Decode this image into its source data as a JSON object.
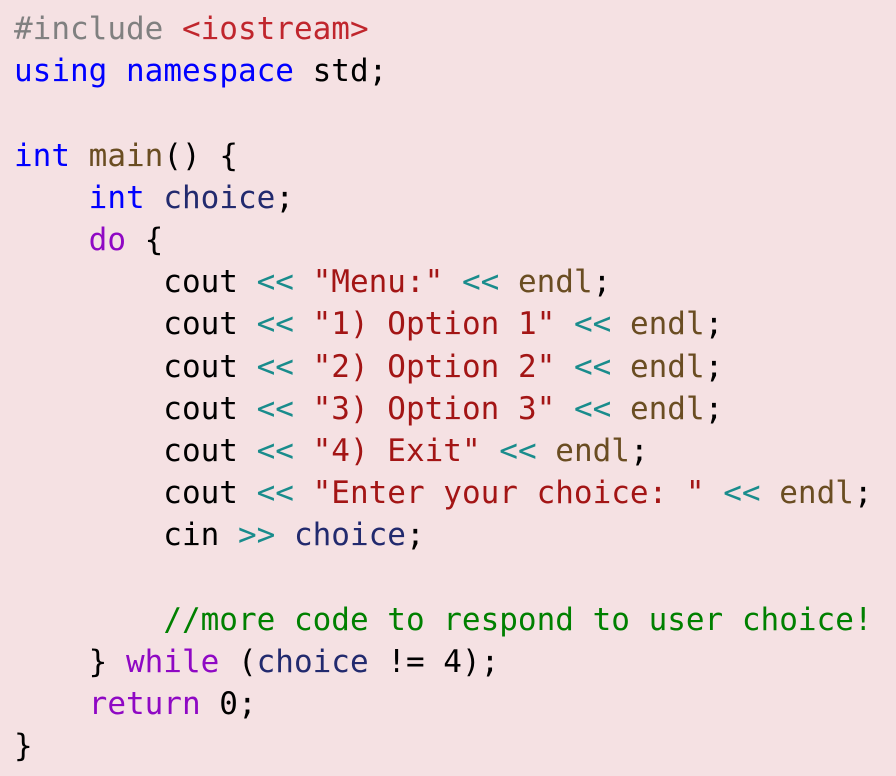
{
  "editor": {
    "language": "C++",
    "colors": {
      "background": "#f5e1e3",
      "directive": "#808080",
      "header": "#c0262d",
      "keyword": "#0000ff",
      "flow_keyword": "#8f08c4",
      "identifier": "#222a6e",
      "function": "#6a4d22",
      "plain": "#000000",
      "string": "#a31515",
      "operator": "#198c8c",
      "number": "#000000",
      "comment": "#008000"
    },
    "lines": [
      [
        {
          "t": "#include ",
          "c": "directive"
        },
        {
          "t": "<iostream>",
          "c": "header"
        }
      ],
      [
        {
          "t": "using",
          "c": "keyword"
        },
        {
          "t": " ",
          "c": "plain"
        },
        {
          "t": "namespace",
          "c": "keyword"
        },
        {
          "t": " std;",
          "c": "plain"
        }
      ],
      [],
      [
        {
          "t": "int",
          "c": "keyword"
        },
        {
          "t": " ",
          "c": "plain"
        },
        {
          "t": "main",
          "c": "func"
        },
        {
          "t": "() {",
          "c": "plain"
        }
      ],
      [
        {
          "t": "    ",
          "c": "plain"
        },
        {
          "t": "int",
          "c": "keyword"
        },
        {
          "t": " ",
          "c": "plain"
        },
        {
          "t": "choice",
          "c": "ident"
        },
        {
          "t": ";",
          "c": "plain"
        }
      ],
      [
        {
          "t": "    ",
          "c": "plain"
        },
        {
          "t": "do",
          "c": "flow"
        },
        {
          "t": " {",
          "c": "plain"
        }
      ],
      [
        {
          "t": "        cout ",
          "c": "plain"
        },
        {
          "t": "<<",
          "c": "op"
        },
        {
          "t": " ",
          "c": "plain"
        },
        {
          "t": "\"Menu:\"",
          "c": "string"
        },
        {
          "t": " ",
          "c": "plain"
        },
        {
          "t": "<<",
          "c": "op"
        },
        {
          "t": " ",
          "c": "plain"
        },
        {
          "t": "endl",
          "c": "func"
        },
        {
          "t": ";",
          "c": "plain"
        }
      ],
      [
        {
          "t": "        cout ",
          "c": "plain"
        },
        {
          "t": "<<",
          "c": "op"
        },
        {
          "t": " ",
          "c": "plain"
        },
        {
          "t": "\"1) Option 1\"",
          "c": "string"
        },
        {
          "t": " ",
          "c": "plain"
        },
        {
          "t": "<<",
          "c": "op"
        },
        {
          "t": " ",
          "c": "plain"
        },
        {
          "t": "endl",
          "c": "func"
        },
        {
          "t": ";",
          "c": "plain"
        }
      ],
      [
        {
          "t": "        cout ",
          "c": "plain"
        },
        {
          "t": "<<",
          "c": "op"
        },
        {
          "t": " ",
          "c": "plain"
        },
        {
          "t": "\"2) Option 2\"",
          "c": "string"
        },
        {
          "t": " ",
          "c": "plain"
        },
        {
          "t": "<<",
          "c": "op"
        },
        {
          "t": " ",
          "c": "plain"
        },
        {
          "t": "endl",
          "c": "func"
        },
        {
          "t": ";",
          "c": "plain"
        }
      ],
      [
        {
          "t": "        cout ",
          "c": "plain"
        },
        {
          "t": "<<",
          "c": "op"
        },
        {
          "t": " ",
          "c": "plain"
        },
        {
          "t": "\"3) Option 3\"",
          "c": "string"
        },
        {
          "t": " ",
          "c": "plain"
        },
        {
          "t": "<<",
          "c": "op"
        },
        {
          "t": " ",
          "c": "plain"
        },
        {
          "t": "endl",
          "c": "func"
        },
        {
          "t": ";",
          "c": "plain"
        }
      ],
      [
        {
          "t": "        cout ",
          "c": "plain"
        },
        {
          "t": "<<",
          "c": "op"
        },
        {
          "t": " ",
          "c": "plain"
        },
        {
          "t": "\"4) Exit\"",
          "c": "string"
        },
        {
          "t": " ",
          "c": "plain"
        },
        {
          "t": "<<",
          "c": "op"
        },
        {
          "t": " ",
          "c": "plain"
        },
        {
          "t": "endl",
          "c": "func"
        },
        {
          "t": ";",
          "c": "plain"
        }
      ],
      [
        {
          "t": "        cout ",
          "c": "plain"
        },
        {
          "t": "<<",
          "c": "op"
        },
        {
          "t": " ",
          "c": "plain"
        },
        {
          "t": "\"Enter your choice: \"",
          "c": "string"
        },
        {
          "t": " ",
          "c": "plain"
        },
        {
          "t": "<<",
          "c": "op"
        },
        {
          "t": " ",
          "c": "plain"
        },
        {
          "t": "endl",
          "c": "func"
        },
        {
          "t": ";",
          "c": "plain"
        }
      ],
      [
        {
          "t": "        cin ",
          "c": "plain"
        },
        {
          "t": ">>",
          "c": "op"
        },
        {
          "t": " ",
          "c": "plain"
        },
        {
          "t": "choice",
          "c": "ident"
        },
        {
          "t": ";",
          "c": "plain"
        }
      ],
      [],
      [
        {
          "t": "        ",
          "c": "plain"
        },
        {
          "t": "//more code to respond to user choice!",
          "c": "comment"
        }
      ],
      [
        {
          "t": "    } ",
          "c": "plain"
        },
        {
          "t": "while",
          "c": "flow"
        },
        {
          "t": " (",
          "c": "plain"
        },
        {
          "t": "choice",
          "c": "ident"
        },
        {
          "t": " != 4);",
          "c": "plain"
        }
      ],
      [
        {
          "t": "    ",
          "c": "plain"
        },
        {
          "t": "return",
          "c": "flow"
        },
        {
          "t": " 0;",
          "c": "plain"
        }
      ],
      [
        {
          "t": "}",
          "c": "plain"
        }
      ]
    ]
  }
}
